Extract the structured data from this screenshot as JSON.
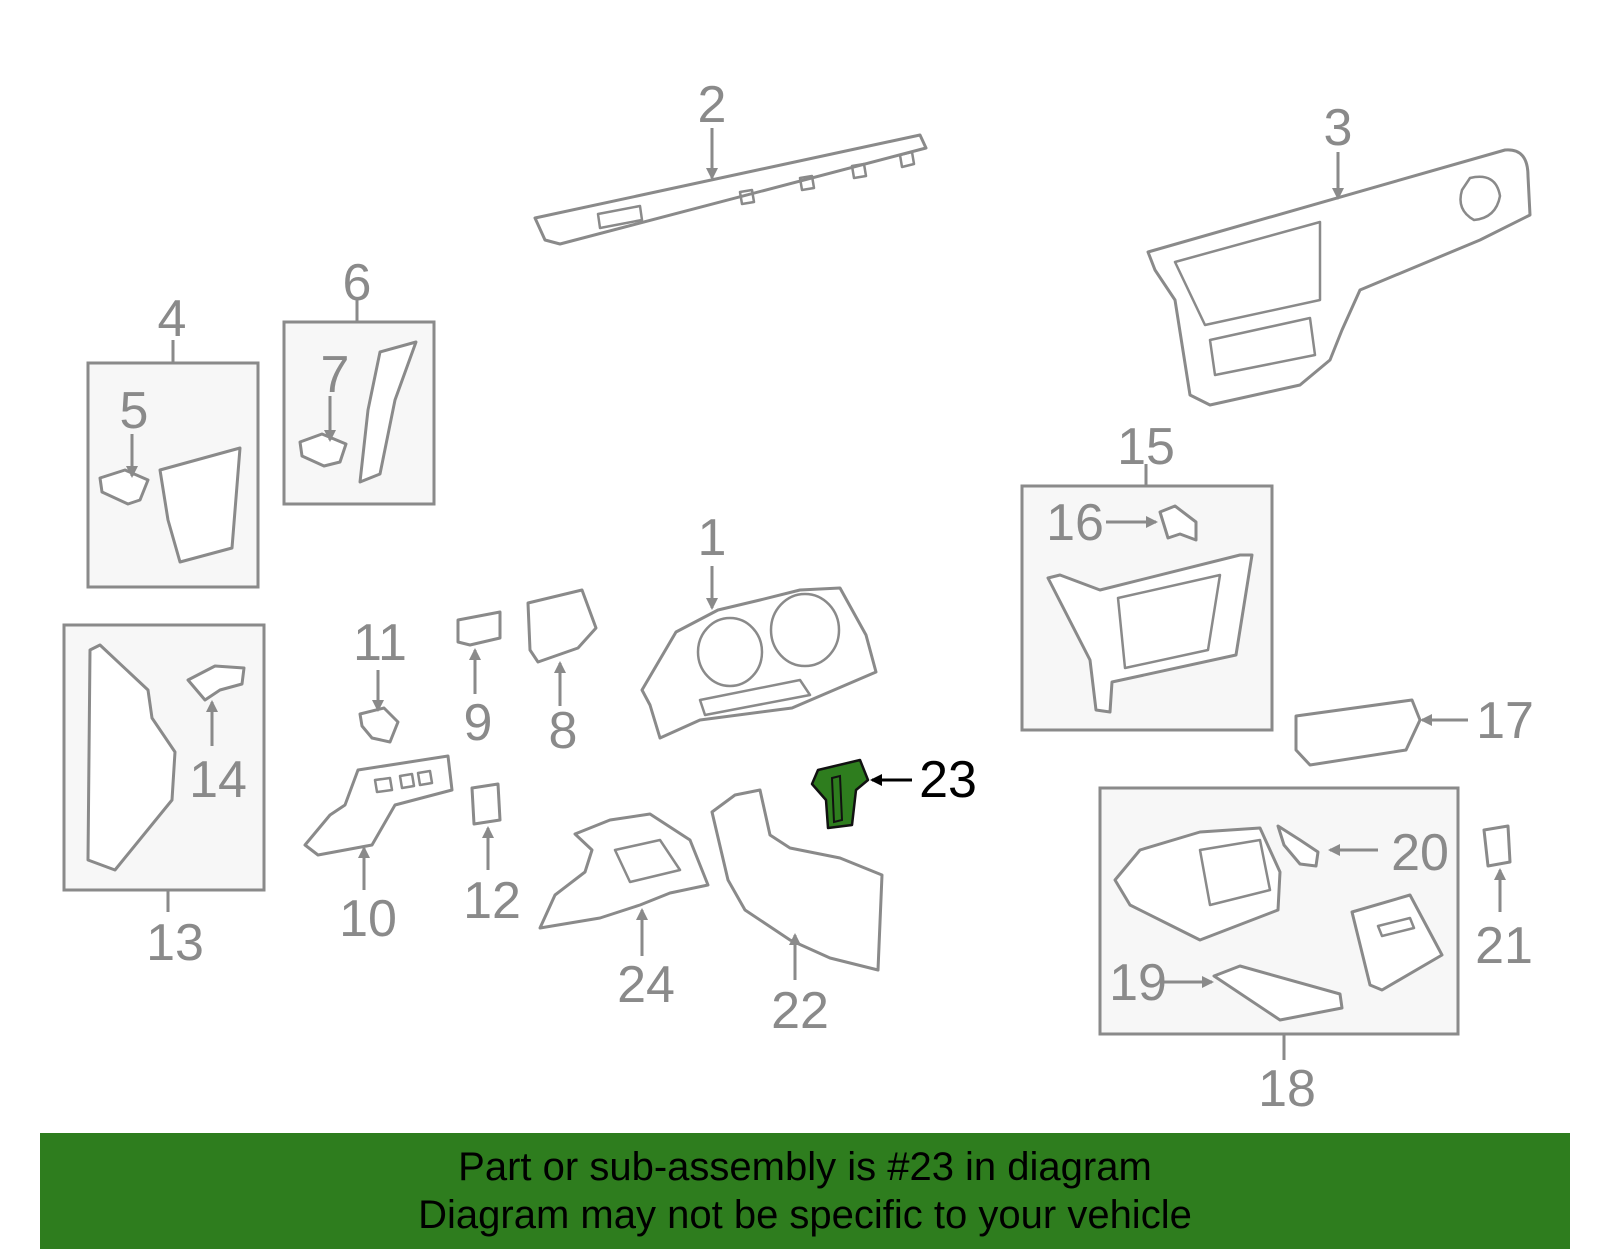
{
  "callouts": [
    "1",
    "2",
    "3",
    "4",
    "5",
    "6",
    "7",
    "8",
    "9",
    "10",
    "11",
    "12",
    "13",
    "14",
    "15",
    "16",
    "17",
    "18",
    "19",
    "20",
    "21",
    "22",
    "23",
    "24"
  ],
  "highlight": {
    "part_number": "23",
    "fill_color": "#2e7d1e"
  },
  "colors": {
    "line": "#8a8a8a",
    "box_fill": "#f7f7f7",
    "banner": "#2e7d1e",
    "highlight_text": "#000000"
  },
  "banner": {
    "line1": "Part or sub-assembly is #23 in diagram",
    "line2": "Diagram may not be specific to your vehicle"
  }
}
